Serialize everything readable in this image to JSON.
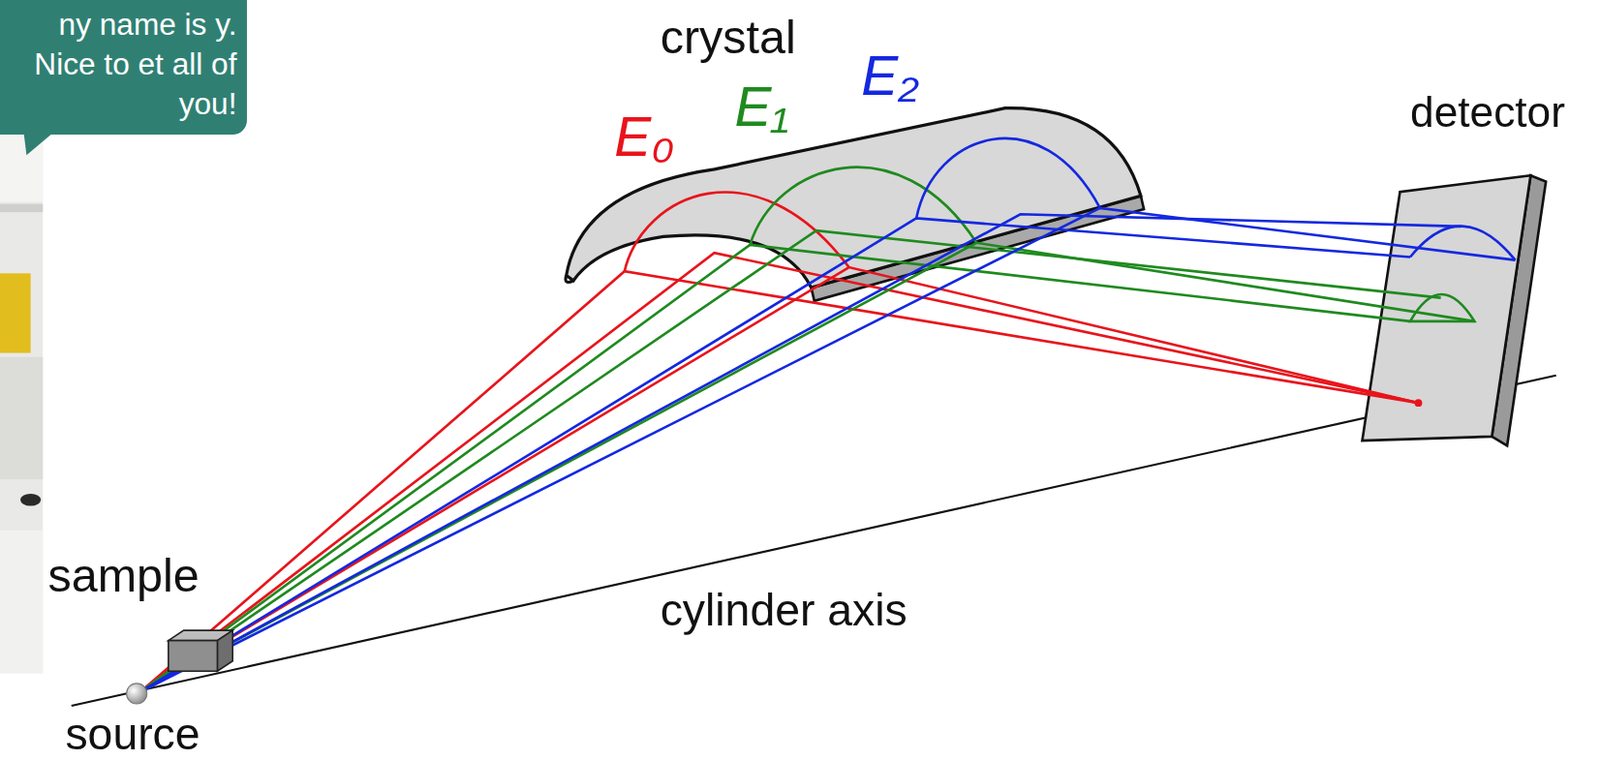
{
  "diagram": {
    "nodes": [
      {
        "text": [
          "ny name is y. Nice to et all of you!"
        ]
      }
    ],
    "labels": [
      "crystal",
      "E₀",
      "E₁",
      "E₂",
      "detector",
      "sample",
      "cylinder axis",
      "source"
    ]
  }
}
